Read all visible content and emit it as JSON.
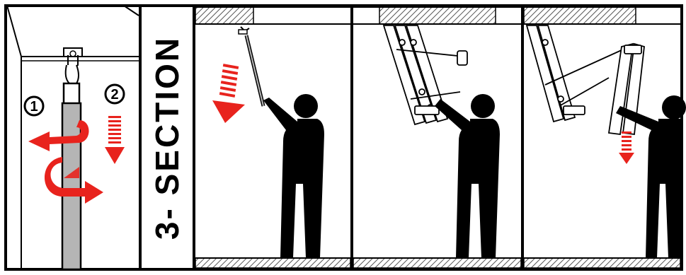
{
  "panel_title": "3- SECTION",
  "steps": [
    {
      "number": "1",
      "meaning": "rotate"
    },
    {
      "number": "2",
      "meaning": "pull-down"
    }
  ],
  "colors": {
    "accent_red": "#e8231d",
    "ink": "#000000",
    "pole_gray": "#b5b5b5",
    "hatch": "#555555"
  },
  "icons": [
    "rotate-arrow-icon",
    "down-arrow-icon",
    "person-icon",
    "folding-ladder-icon"
  ]
}
